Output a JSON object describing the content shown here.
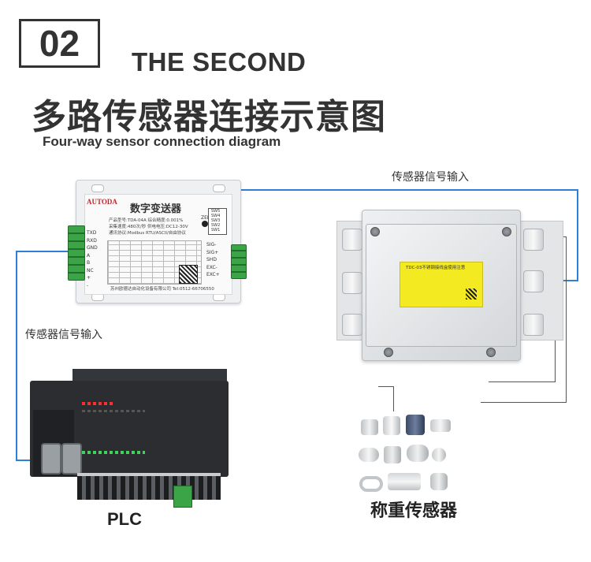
{
  "header": {
    "number": "02",
    "english_title": "THE SECOND",
    "chinese_title": "多路传感器连接示意图",
    "subtitle": "Four-way sensor connection diagram"
  },
  "labels": {
    "sensor_input_top": "传感器信号输入",
    "sensor_input_left": "传感器信号输入",
    "plc": "PLC",
    "weighing_sensor": "称重传感器"
  },
  "transmitter": {
    "brand": "AUTODA",
    "name": "数字变送器",
    "zero": "ZERO",
    "spec_lines": [
      "产品型号:TDA-04A  综合精度:0.001%",
      "采集速度:480次/秒  供电电压:DC12-30V",
      "通讯协议:Modbus RTU/ASCII/自由协议"
    ],
    "switches": [
      "SW1",
      "SW2",
      "SW3",
      "SW4",
      "SW5"
    ],
    "right_terminals": [
      "SIG-",
      "SIG+",
      "SHD",
      "EXC-",
      "EXC+"
    ],
    "left_terminals": [
      "TXD",
      "RXD",
      "GND",
      "A",
      "B",
      "NC",
      "+",
      "-"
    ],
    "footer": "苏州欧德达自动化设备有限公司  Tel:0512-66706550"
  },
  "junction_box": {
    "label_title": "TDC-03不锈钢接线盒使用注意"
  },
  "colors": {
    "connector_line": "#2f7ed8",
    "title_text": "#333333",
    "terminal_green": "#3aa447",
    "junction_label": "#f3ea22"
  }
}
